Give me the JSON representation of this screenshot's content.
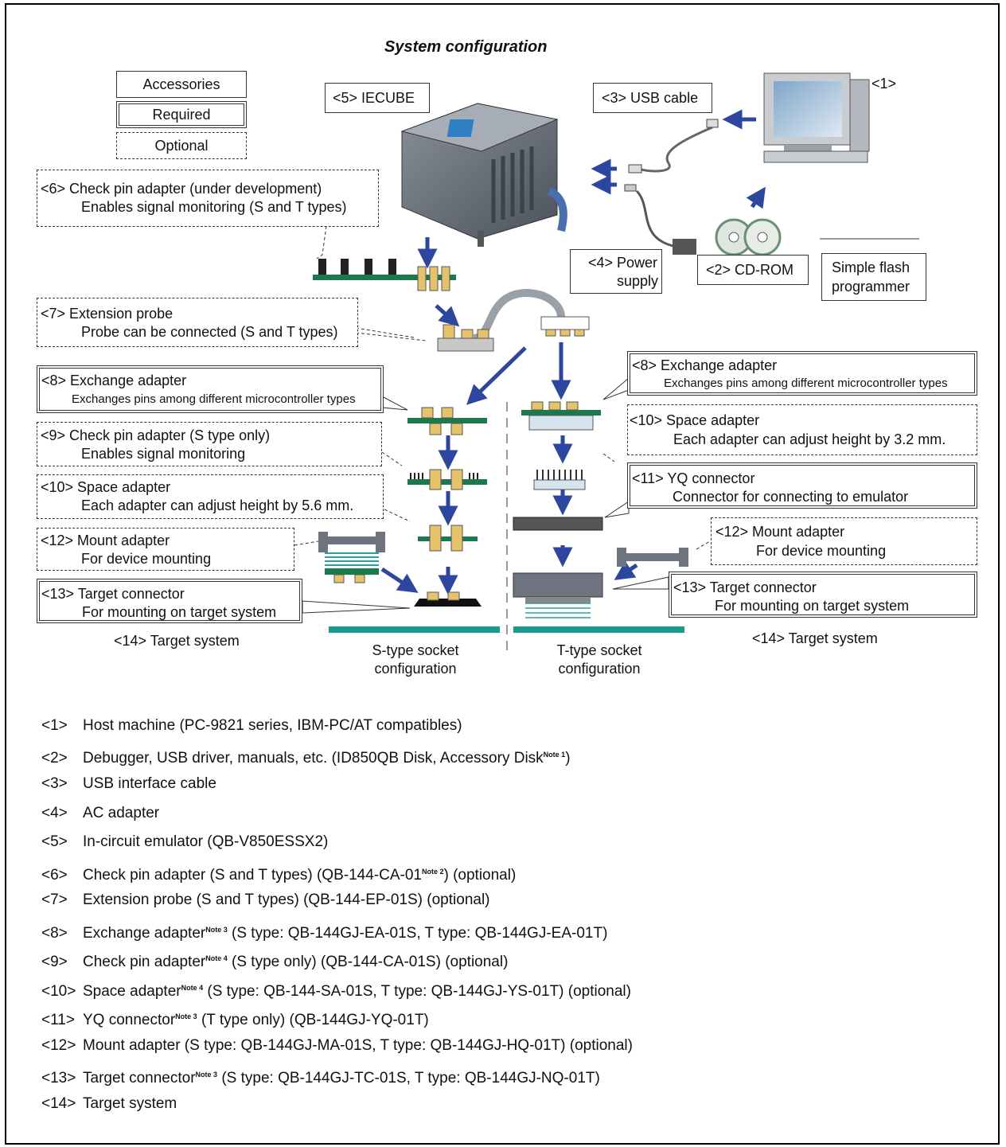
{
  "title": "System configuration",
  "legend": {
    "accessories": "Accessories",
    "required": "Required",
    "optional": "Optional"
  },
  "labels": {
    "host": "<1>",
    "cdrom": "<2> CD-ROM",
    "usb": "<3> USB cable",
    "power_a": "<4> Power",
    "power_b": "supply",
    "iecube": "<5> IECUBE",
    "flash_a": "Simple flash",
    "flash_b": "programmer",
    "c6_a": "<6> Check pin adapter (under development)",
    "c6_b": "Enables signal monitoring (S and T types)",
    "c7_a": "<7> Extension probe",
    "c7_b": "Probe can be connected (S and T types)",
    "c8s_a": "<8> Exchange adapter",
    "c8s_b": "Exchanges pins among different microcontroller types",
    "c9_a": "<9> Check pin adapter (S type only)",
    "c9_b": "Enables signal monitoring",
    "c10s_a": "<10> Space adapter",
    "c10s_b": "Each adapter can adjust height by 5.6 mm.",
    "c12s_a": "<12> Mount adapter",
    "c12s_b": "For device mounting",
    "c13s_a": "<13> Target connector",
    "c13s_b": "For mounting on target system",
    "c14s": "<14> Target system",
    "c8t_a": "<8> Exchange adapter",
    "c8t_b": "Exchanges pins among different microcontroller types",
    "c10t_a": "<10> Space adapter",
    "c10t_b": "Each adapter can adjust height by 3.2 mm.",
    "c11_a": "<11> YQ connector",
    "c11_b": "Connector for connecting to emulator",
    "c12t_a": "<12> Mount adapter",
    "c12t_b": "For device mounting",
    "c13t_a": "<13> Target connector",
    "c13t_b": "For mounting on target system",
    "c14t": "<14> Target system",
    "s_socket_a": "S-type socket",
    "s_socket_b": "configuration",
    "t_socket_a": "T-type socket",
    "t_socket_b": "configuration"
  },
  "list": [
    {
      "num": "<1>",
      "text": "Host machine (PC-9821 series, IBM-PC/AT compatibles)"
    },
    {
      "num": "<2>",
      "pre": "Debugger, USB driver, manuals, etc. (ID850QB Disk, Accessory Disk",
      "note": "Note 1",
      "post": ")"
    },
    {
      "num": "<3>",
      "text": "USB interface cable"
    },
    {
      "num": "<4>",
      "text": "AC adapter"
    },
    {
      "num": "<5>",
      "text": "In-circuit emulator (QB-V850ESSX2)"
    },
    {
      "num": "<6>",
      "pre": "Check pin adapter (S and T types) (QB-144-CA-01",
      "note": "Note 2",
      "post": ") (optional)"
    },
    {
      "num": "<7>",
      "text": "Extension probe (S and T types) (QB-144-EP-01S) (optional)"
    },
    {
      "num": "<8>",
      "pre": "Exchange adapter",
      "note": "Note 3",
      "post": " (S type: QB-144GJ-EA-01S, T type: QB-144GJ-EA-01T)"
    },
    {
      "num": "<9>",
      "pre": "Check pin adapter",
      "note": "Note 4",
      "post": " (S type only) (QB-144-CA-01S) (optional)"
    },
    {
      "num": "<10>",
      "pre": "Space adapter",
      "note": "Note 4",
      "post": " (S type: QB-144-SA-01S, T type: QB-144GJ-YS-01T) (optional)"
    },
    {
      "num": "<11>",
      "pre": "YQ connector",
      "note": "Note 3",
      "post": " (T type only) (QB-144GJ-YQ-01T)"
    },
    {
      "num": "<12>",
      "text": "Mount adapter (S type: QB-144GJ-MA-01S, T type: QB-144GJ-HQ-01T) (optional)"
    },
    {
      "num": "<13>",
      "pre": "Target connector",
      "note": "Note 3",
      "post": " (S type: QB-144GJ-TC-01S, T type: QB-144GJ-NQ-01T)"
    },
    {
      "num": "<14>",
      "text": "Target system"
    }
  ],
  "colors": {
    "arrow": "#2d46a0",
    "board": "#1a7a4e",
    "target": "#1a9a8a",
    "pin": "#e6c36a",
    "device": "#6d7480"
  }
}
